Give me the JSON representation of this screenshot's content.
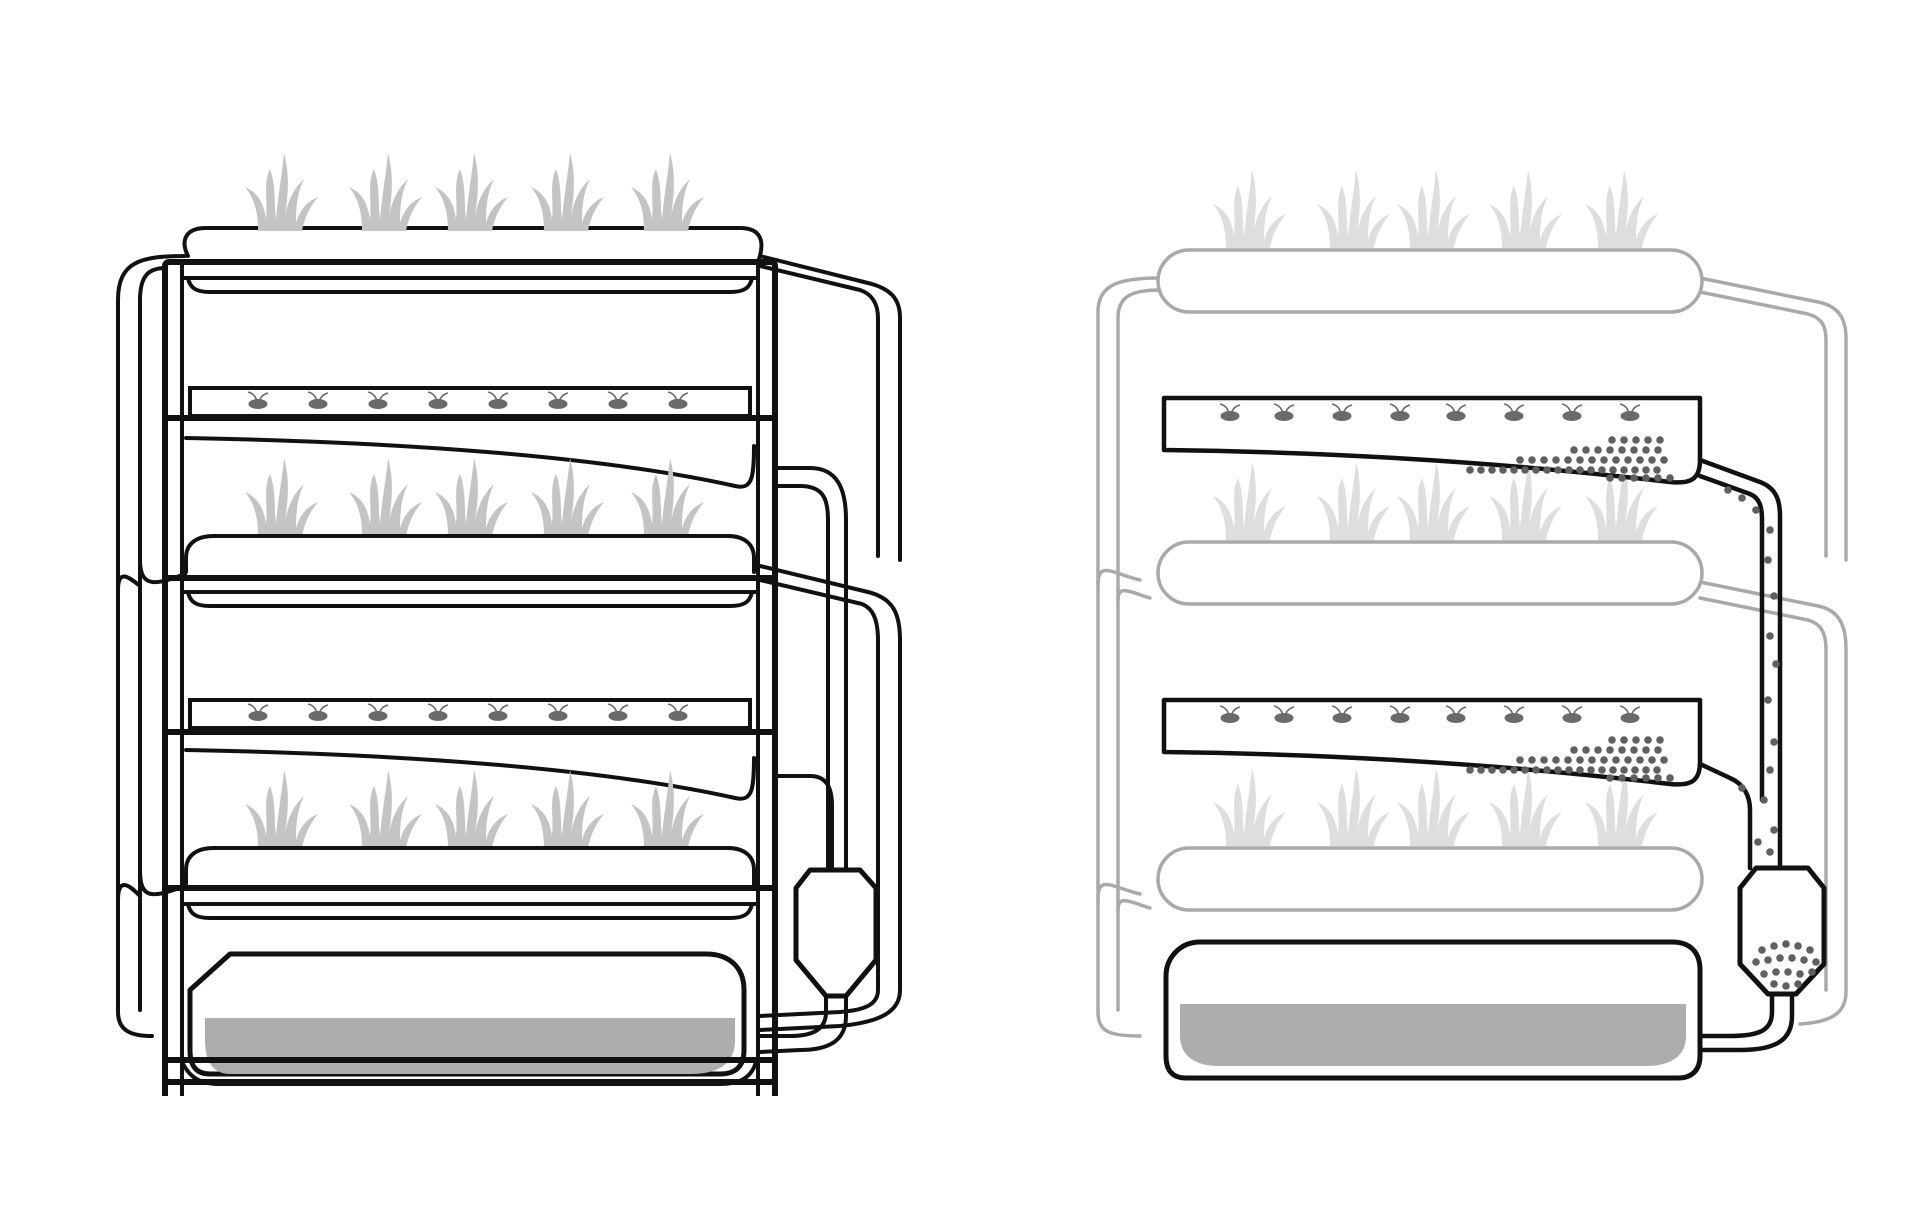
{
  "colors": {
    "background": "#ffffff",
    "outline": "#111111",
    "ghost_outline": "#a9a9a9",
    "plant": "#c4c4c4",
    "plant_faded": "#dedede",
    "seed": "#6a6a6a",
    "pebble": "#5f5f5f",
    "water": "#adadad"
  },
  "left_unit": {
    "description_icons": [
      "rack-frame",
      "grow-tray",
      "seed-row",
      "drain-pipe",
      "filter-canister",
      "water-reservoir"
    ],
    "plant_rows": 3,
    "plants_per_row": 5,
    "seed_rows": 2,
    "seeds_per_row": 8
  },
  "right_unit": {
    "description_icons": [
      "ghost-tray",
      "seed-tray",
      "pebble-bed",
      "drain-pipe",
      "filter-canister",
      "water-reservoir"
    ],
    "plant_rows": 3,
    "plants_per_row": 5,
    "seed_rows": 2,
    "seeds_per_row": 8
  }
}
